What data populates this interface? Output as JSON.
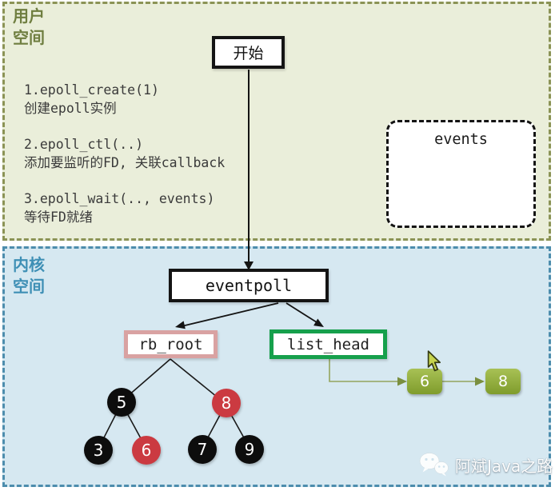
{
  "regions": {
    "user_space": {
      "label": "用户\n空间"
    },
    "kernel_space": {
      "label": "内核\n空间"
    }
  },
  "steps": [
    {
      "code": "1.epoll_create(1)",
      "desc": "创建epoll实例"
    },
    {
      "code": "2.epoll_ctl(..)",
      "desc": "添加要监听的FD, 关联callback"
    },
    {
      "code": "3.epoll_wait(.., events)",
      "desc": "等待FD就绪"
    }
  ],
  "flow": {
    "start_label": "开始",
    "events_label": "events",
    "eventpoll_label": "eventpoll",
    "rb_root_label": "rb_root",
    "list_head_label": "list_head"
  },
  "rb_tree": {
    "nodes": [
      {
        "value": "5",
        "color": "black"
      },
      {
        "value": "8",
        "color": "red"
      },
      {
        "value": "3",
        "color": "black"
      },
      {
        "value": "6",
        "color": "red"
      },
      {
        "value": "7",
        "color": "black"
      },
      {
        "value": "9",
        "color": "black"
      }
    ]
  },
  "ready_list": {
    "items": [
      "6",
      "8"
    ]
  },
  "watermark": {
    "text": "阿斌Java之路",
    "icon": "wechat-icon"
  },
  "colors": {
    "user_bg": "#eaeeda",
    "user_border": "#8b9355",
    "user_label": "#6f7e40",
    "kernel_bg": "#d6e8f1",
    "kernel_border": "#4d8dad",
    "kernel_label": "#3e8fb5",
    "box_border": "#141414",
    "rb_root_border": "#d9a2a2",
    "list_head_border": "#16a04c",
    "node_black": "#0d0d0d",
    "node_red": "#cb3a41",
    "ready_item_green": "#8fae37",
    "connector_olive": "#94a45e"
  }
}
